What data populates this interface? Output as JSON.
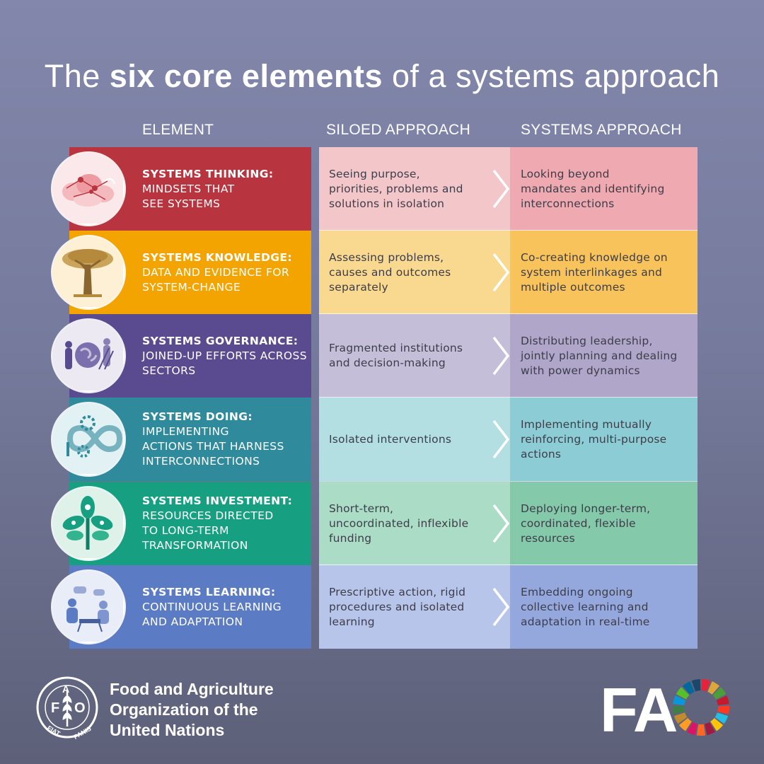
{
  "title": {
    "pre": "The ",
    "bold": "six core elements",
    "post": " of a systems approach"
  },
  "columns": {
    "element": "ELEMENT",
    "siloed": "SILOED APPROACH",
    "systems": "SYSTEMS APPROACH"
  },
  "colors": {
    "rows": [
      "#b8343e",
      "#f3a400",
      "#5a4a8f",
      "#2f8b9c",
      "#16a081",
      "#5b7cc4"
    ],
    "silo_cells": [
      "#f3c7ca",
      "#f9d98f",
      "#c5bed8",
      "#b3dfe3",
      "#abdcc5",
      "#b8c5ea"
    ],
    "sys_cells": [
      "#eeaab0",
      "#f7c35a",
      "#b0a6c9",
      "#8ccdd5",
      "#84c9aa",
      "#95a8de"
    ]
  },
  "rows": [
    {
      "icon": "brain-network-icon",
      "heading": "SYSTEMS THINKING:",
      "subtitle": "MINDSETS THAT\nSEE SYSTEMS",
      "siloed": "Seeing purpose,\npriorities, problems and\nsolutions in isolation",
      "systems": "Looking beyond\nmandates and identifying\ninterconnections"
    },
    {
      "icon": "tree-icon",
      "heading": "SYSTEMS KNOWLEDGE:",
      "subtitle": "DATA AND EVIDENCE FOR\nSYSTEM-CHANGE",
      "siloed": "Assessing problems,\ncauses and outcomes\nseparately",
      "systems": "Co-creating knowledge on\nsystem interlinkages and\nmultiple outcomes"
    },
    {
      "icon": "globe-people-icon",
      "heading": "SYSTEMS GOVERNANCE:",
      "subtitle": "JOINED-UP EFFORTS ACROSS\nSECTORS",
      "siloed": "Fragmented institutions\nand decision-making",
      "systems": "Distributing leadership,\njointly planning and dealing\nwith power dynamics"
    },
    {
      "icon": "gears-infinity-icon",
      "heading": "SYSTEMS DOING:",
      "subtitle": "IMPLEMENTING\nACTIONS THAT HARNESS\nINTERCONNECTIONS",
      "siloed": "Isolated interventions",
      "systems": "Implementing mutually\nreinforcing, multi-purpose\nactions"
    },
    {
      "icon": "money-plant-icon",
      "heading": "SYSTEMS INVESTMENT:",
      "subtitle": "RESOURCES DIRECTED\nTO LONG-TERM\nTRANSFORMATION",
      "siloed": "Short-term,\nuncoordinated, inflexible\nfunding",
      "systems": "Deploying longer-term,\ncoordinated, flexible\nresources"
    },
    {
      "icon": "people-discussion-icon",
      "heading": "SYSTEMS LEARNING:",
      "subtitle": "CONTINUOUS LEARNING\nAND ADAPTATION",
      "siloed": "Prescriptive action, rigid\nprocedures and isolated\nlearning",
      "systems": "Embedding ongoing\ncollective learning and\nadaptation in real-time"
    }
  ],
  "footer": {
    "org_name": "Food and Agriculture\nOrganization of the\nUnited Nations",
    "emblem_letters": {
      "f": "F",
      "a": "A",
      "o": "O",
      "fiat": "FIAT",
      "panis": "PANIS"
    },
    "logo_letters": "FA",
    "sdg_colors": [
      "#e5243b",
      "#dda63a",
      "#4c9f38",
      "#c5192d",
      "#ff3a21",
      "#26bde2",
      "#fcc30b",
      "#a21942",
      "#fd6925",
      "#dd1367",
      "#fd9d24",
      "#bf8b2e",
      "#3f7e44",
      "#0a97d9",
      "#56c02b",
      "#00689d",
      "#19486a"
    ]
  }
}
